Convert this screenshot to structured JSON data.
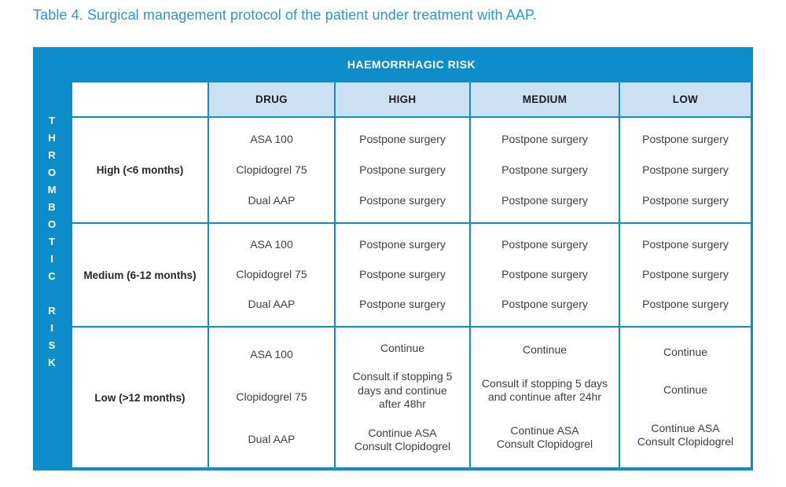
{
  "title": "Table 4. Surgical management protocol of the patient under treatment with AAP.",
  "table": {
    "top_axis": "HAEMORRHAGIC RISK",
    "left_axis": "THROMBOTIC RISK",
    "columns": [
      "DRUG",
      "HIGH",
      "MEDIUM",
      "LOW"
    ],
    "rows": [
      {
        "label": "High (<6 months)",
        "drug": [
          "ASA 100",
          "Clopidogrel 75",
          "Dual AAP"
        ],
        "high": [
          "Postpone surgery",
          "Postpone surgery",
          "Postpone surgery"
        ],
        "medium": [
          "Postpone surgery",
          "Postpone surgery",
          "Postpone surgery"
        ],
        "low": [
          "Postpone surgery",
          "Postpone surgery",
          "Postpone surgery"
        ]
      },
      {
        "label": "Medium (6-12 months)",
        "drug": [
          "ASA 100",
          "Clopidogrel 75",
          "Dual AAP"
        ],
        "high": [
          "Postpone surgery",
          "Postpone surgery",
          "Postpone surgery"
        ],
        "medium": [
          "Postpone surgery",
          "Postpone surgery",
          "Postpone surgery"
        ],
        "low": [
          "Postpone surgery",
          "Postpone surgery",
          "Postpone surgery"
        ]
      },
      {
        "label": "Low (>12 months)",
        "drug": [
          "ASA 100",
          "Clopidogrel 75",
          "Dual AAP"
        ],
        "high": [
          "Continue",
          "Consult if stopping 5\ndays and continue\nafter 48hr",
          "Continue ASA\nConsult Clopidogrel"
        ],
        "medium": [
          "Continue",
          "Consult if stopping 5 days\nand continue after 24hr",
          "Continue ASA\nConsult Clopidogrel"
        ],
        "low": [
          "Continue",
          "Continue",
          "Continue ASA\nConsult Clopidogrel"
        ]
      }
    ]
  },
  "colors": {
    "primary_blue": "#0E8DCB",
    "light_blue": "#CBE1F3",
    "title_blue": "#2996D4"
  }
}
